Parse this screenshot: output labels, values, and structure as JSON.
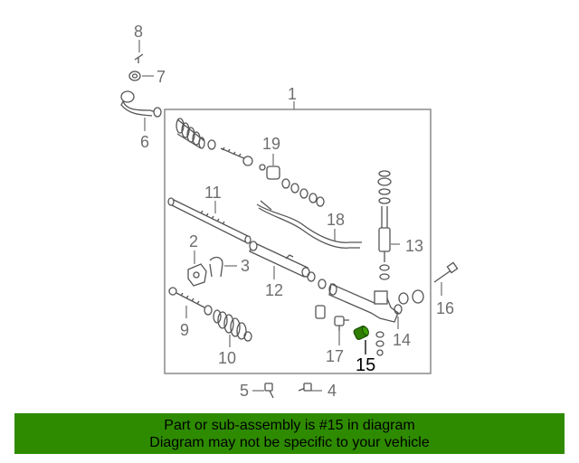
{
  "diagram": {
    "callouts": {
      "c1": "1",
      "c2": "2",
      "c3": "3",
      "c4": "4",
      "c5": "5",
      "c6": "6",
      "c7": "7",
      "c8": "8",
      "c9": "9",
      "c10": "10",
      "c11": "11",
      "c12": "12",
      "c13": "13",
      "c14": "14",
      "c15": "15",
      "c16": "16",
      "c17": "17",
      "c18": "18",
      "c19": "19"
    },
    "highlighted_part": "15",
    "highlight_color": "#2e7d00"
  },
  "banner": {
    "line1": "Part or sub-assembly is #15 in diagram",
    "line2": "Diagram may not be specific to your vehicle",
    "background": "#2e8b00"
  }
}
